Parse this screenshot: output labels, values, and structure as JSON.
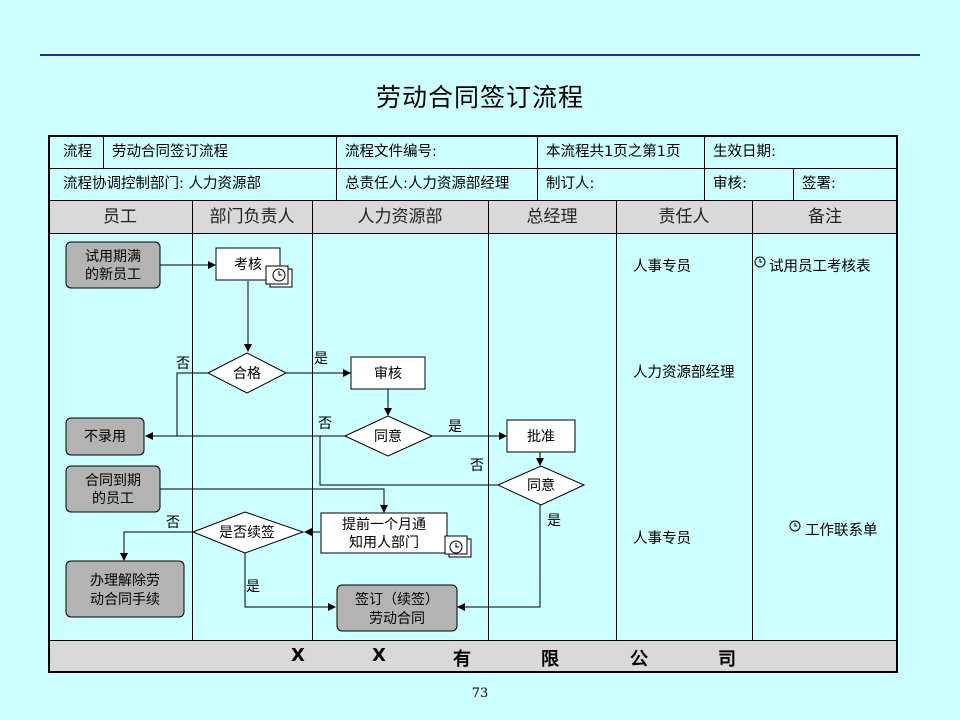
{
  "title": "劳动合同签订流程",
  "header": {
    "row1": {
      "flow_label": "流程",
      "flow_name": "劳动合同签订流程",
      "doc_no": "流程文件编号:",
      "pages": "本流程共1页之第1页",
      "effective_date": "生效日期:"
    },
    "row2": {
      "coord_dept": "流程协调控制部门: 人力资源部",
      "owner": "总责任人:人力资源部经理",
      "maker": "制订人:",
      "reviewer": "审核:",
      "signer": "签署:"
    }
  },
  "lanes": [
    "员工",
    "部门负责人",
    "人力资源部",
    "总经理",
    "责任人",
    "备注"
  ],
  "nodes": {
    "trial_employee": [
      "试用期满",
      "的新员工"
    ],
    "assess": "考核",
    "qualified": "合格",
    "audit": "审核",
    "agree1": "同意",
    "approve": "批准",
    "agree2": "同意",
    "not_hired": "不录用",
    "contract_expired": [
      "合同到期",
      "的员工"
    ],
    "renew": "是否续签",
    "notify": [
      "提前一个月通",
      "知用人部门"
    ],
    "terminate": [
      "办理解除劳",
      "动合同手续"
    ],
    "sign": [
      "签订（续签）",
      "劳动合同"
    ]
  },
  "labels": {
    "yes": "是",
    "no": "否"
  },
  "responsible": [
    "人事专员",
    "人力资源部经理",
    "人事专员"
  ],
  "remarks": [
    "试用员工考核表",
    "工作联系单"
  ],
  "footer": [
    "X",
    "X",
    "有",
    "限",
    "公",
    "司"
  ],
  "page_number": "73",
  "colors": {
    "background": "#ccffff",
    "lane_header": "#d9d9d9",
    "gray_node": "#b3b3b3",
    "rule": "#2a2a8c"
  }
}
